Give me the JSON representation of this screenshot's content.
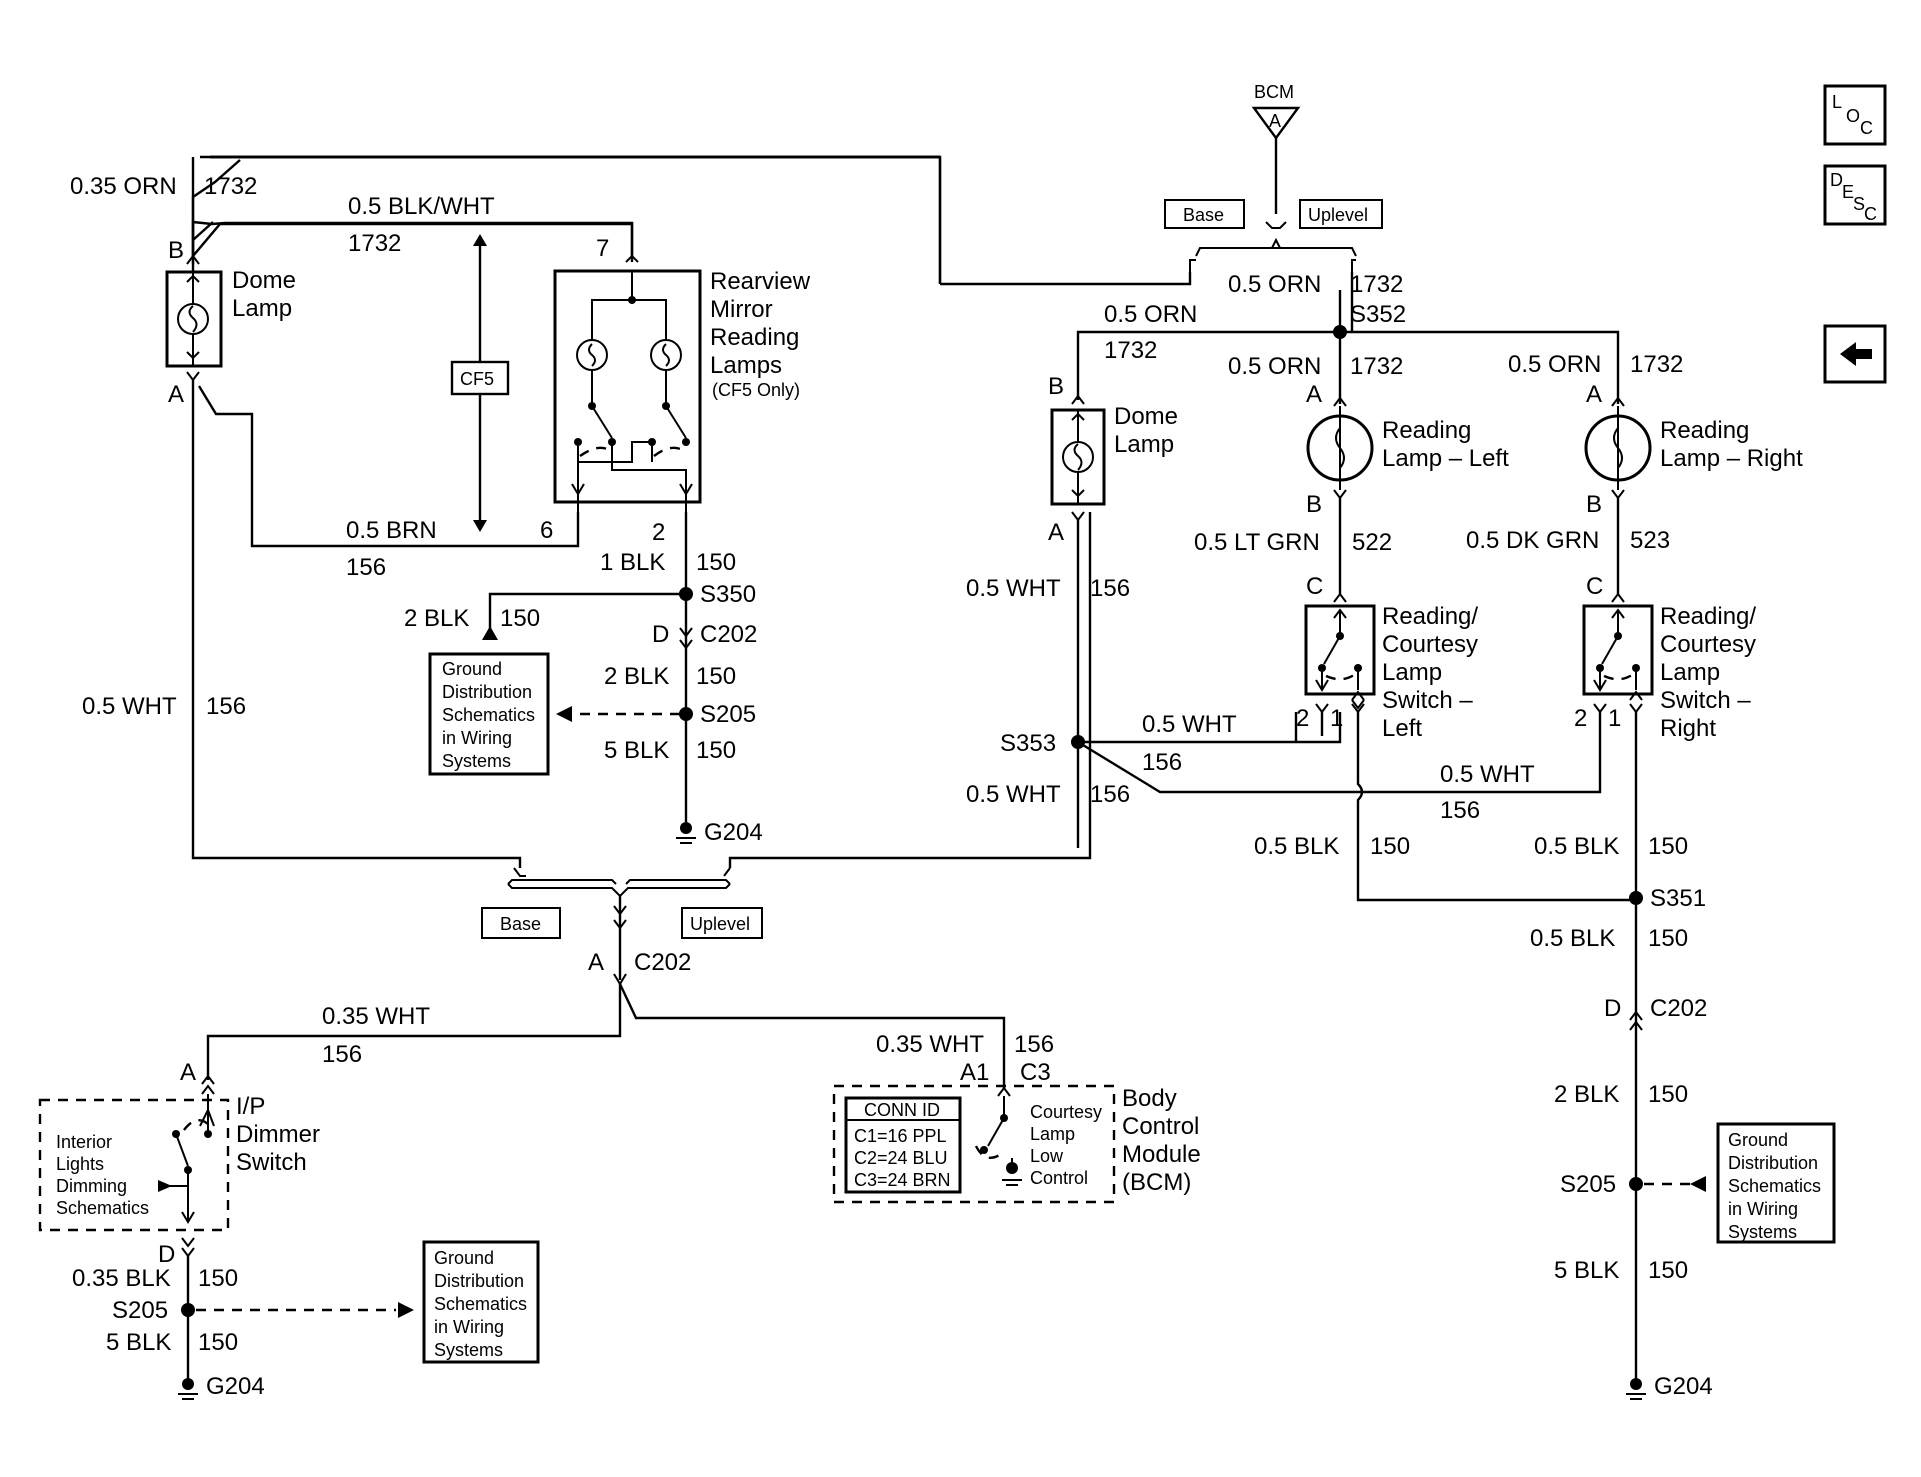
{
  "nav": {
    "loc_l": "L",
    "loc_o": "O",
    "loc_c": "C",
    "desc_d": "D",
    "desc_e": "E",
    "desc_s": "S",
    "desc_c": "C",
    "back_icon": "left-arrow-icon"
  },
  "bcm_top": {
    "title": "BCM",
    "pin": "A",
    "base": "Base",
    "uplevel": "Uplevel"
  },
  "left_top": {
    "w1_gauge": "0.35 ORN",
    "w1_circuit": "1732",
    "w2_gauge": "0.5 BLK/WHT",
    "w2_circuit": "1732",
    "dome_pin_b": "B",
    "dome_pin_a": "A",
    "dome_name_1": "Dome",
    "dome_name_2": "Lamp",
    "mirror_pin_7": "7",
    "mirror_pin_6": "6",
    "mirror_pin_2": "2",
    "mirror_name_1": "Rearview",
    "mirror_name_2": "Mirror",
    "mirror_name_3": "Reading",
    "mirror_name_4": "Lamps",
    "mirror_note": "(CF5 Only)",
    "cf5": "CF5",
    "brn_gauge": "0.5 BRN",
    "brn_circuit": "156",
    "m2_gauge": "1 BLK",
    "m2_circuit": "150",
    "s350": "S350",
    "s350_gauge": "2 BLK",
    "s350_circuit": "150",
    "c202_pin": "D",
    "c202": "C202",
    "s205_up_gauge": "2 BLK",
    "s205_up_circuit": "150",
    "s205": "S205",
    "s205_dn_gauge": "5 BLK",
    "s205_dn_circuit": "150",
    "g204": "G204",
    "gd_1": "Ground",
    "gd_2": "Distribution",
    "gd_3": "Schematics",
    "gd_4": "in Wiring",
    "gd_5": "Systems",
    "wht_gauge": "0.5 WHT",
    "wht_circuit": "156"
  },
  "mid": {
    "base": "Base",
    "uplevel": "Uplevel",
    "c202_pin": "A",
    "c202": "C202",
    "w_left_gauge": "0.35 WHT",
    "w_left_circuit": "156",
    "w_right_gauge": "0.35 WHT",
    "w_right_circuit": "156",
    "a1": "A1",
    "c3": "C3",
    "dim_pin_a": "A",
    "dim_pin_d": "D",
    "dim_name_1": "I/P",
    "dim_name_2": "Dimmer",
    "dim_name_3": "Switch",
    "dim_ref_1": "Interior",
    "dim_ref_2": "Lights",
    "dim_ref_3": "Dimming",
    "dim_ref_4": "Schematics",
    "d_gauge": "0.35 BLK",
    "d_circuit": "150",
    "s205": "S205",
    "g_gauge": "5 BLK",
    "g_circuit": "150",
    "g204": "G204",
    "gd_1": "Ground",
    "gd_2": "Distribution",
    "gd_3": "Schematics",
    "gd_4": "in Wiring",
    "gd_5": "Systems",
    "conn_id": "CONN ID",
    "conn_c1": "C1=16 PPL",
    "conn_c2": "C2=24 BLU",
    "conn_c3": "C3=24 BRN",
    "courtesy_1": "Courtesy",
    "courtesy_2": "Lamp",
    "courtesy_3": "Low",
    "courtesy_4": "Control",
    "bcm_1": "Body",
    "bcm_2": "Control",
    "bcm_3": "Module",
    "bcm_4": "(BCM)"
  },
  "right": {
    "top_gauge": "0.5 ORN",
    "top_circuit": "1732",
    "s352": "S352",
    "d_gauge": "0.5 ORN",
    "d_circuit": "1732",
    "l_gauge": "0.5 ORN",
    "l_circuit": "1732",
    "r_gauge": "0.5 ORN",
    "r_circuit": "1732",
    "dome_pin_b": "B",
    "dome_pin_a": "A",
    "dome_name_1": "Dome",
    "dome_name_2": "Lamp",
    "rl_pin_a": "A",
    "rl_pin_b": "B",
    "rl_name_1": "Reading",
    "rl_name_2": "Lamp – Left",
    "rr_pin_a": "A",
    "rr_pin_b": "B",
    "rr_name_1": "Reading",
    "rr_name_2": "Lamp – Right",
    "lt_gauge": "0.5 LT GRN",
    "lt_circuit": "522",
    "dk_gauge": "0.5 DK GRN",
    "dk_circuit": "523",
    "swl_pin_c": "C",
    "swl_pin_2": "2",
    "swl_pin_1": "1",
    "swl_1": "Reading/",
    "swl_2": "Courtesy",
    "swl_3": "Lamp",
    "swl_4": "Switch –",
    "swl_5": "Left",
    "swr_pin_c": "C",
    "swr_pin_2": "2",
    "swr_pin_1": "1",
    "swr_1": "Reading/",
    "swr_2": "Courtesy",
    "swr_3": "Lamp",
    "swr_4": "Switch –",
    "swr_5": "Right",
    "dome_a_gauge": "0.5 WHT",
    "dome_a_circuit": "156",
    "s353": "S353",
    "s353_r_gauge": "0.5 WHT",
    "s353_r_circuit": "156",
    "s353_l_gauge": "0.5 WHT",
    "s353_l_circuit": "156",
    "long_gauge": "0.5 WHT",
    "long_circuit": "156",
    "blk_l_gauge": "0.5 BLK",
    "blk_l_circuit": "150",
    "blk_r_gauge": "0.5 BLK",
    "blk_r_circuit": "150",
    "s351": "S351",
    "s351_gauge": "0.5 BLK",
    "s351_circuit": "150",
    "c202_pin": "D",
    "c202": "C202",
    "s205_up_gauge": "2 BLK",
    "s205_up_circuit": "150",
    "s205": "S205",
    "s205_dn_gauge": "5 BLK",
    "s205_dn_circuit": "150",
    "g204": "G204",
    "gd_1": "Ground",
    "gd_2": "Distribution",
    "gd_3": "Schematics",
    "gd_4": "in Wiring",
    "gd_5": "Systems"
  }
}
